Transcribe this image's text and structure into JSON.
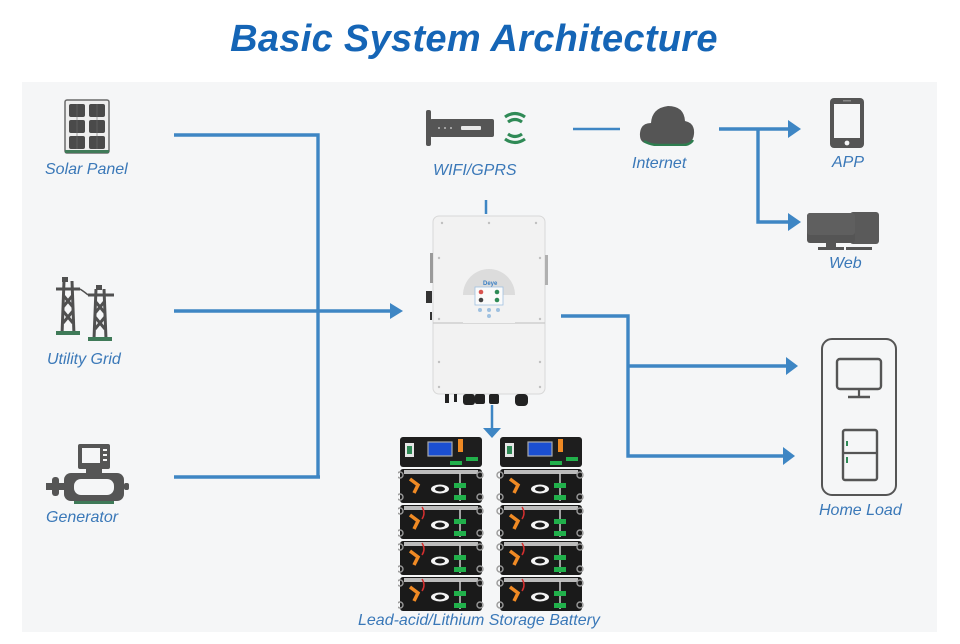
{
  "title": "Basic System Architecture",
  "colors": {
    "title": "#1565b6",
    "label": "#3a78b8",
    "wire": "#3e86c4",
    "icon": "#555555",
    "icon_accent": "#2e7d4f",
    "panel_bg": "#f5f6f7"
  },
  "nodes": {
    "solar_panel": {
      "label": "Solar Panel",
      "icon": "solar-panel-icon"
    },
    "utility_grid": {
      "label": "Utility Grid",
      "icon": "power-tower-icon"
    },
    "generator": {
      "label": "Generator",
      "icon": "generator-icon"
    },
    "wifi_gprs": {
      "label": "WIFI/GPRS",
      "icon": "wifi-dongle-icon"
    },
    "internet": {
      "label": "Internet",
      "icon": "cloud-icon"
    },
    "app": {
      "label": "APP",
      "icon": "smartphone-icon"
    },
    "web": {
      "label": "Web",
      "icon": "desktop-computer-icon"
    },
    "inverter": {
      "label": "",
      "icon": "hybrid-inverter",
      "brand": "Deye"
    },
    "battery": {
      "label": "Lead-acid/Lithium Storage Battery",
      "icon": "battery-rack",
      "racks": 2,
      "modules_per_rack": 4
    },
    "home_load": {
      "label": "Home Load",
      "icon": "home-appliances-icon",
      "appliances": [
        "monitor",
        "refrigerator"
      ]
    }
  },
  "connections": [
    {
      "from": "solar_panel",
      "to": "inverter"
    },
    {
      "from": "utility_grid",
      "to": "inverter"
    },
    {
      "from": "generator",
      "to": "inverter"
    },
    {
      "from": "wifi_gprs",
      "to": "inverter"
    },
    {
      "from": "wifi_gprs",
      "to": "internet"
    },
    {
      "from": "internet",
      "to": "app"
    },
    {
      "from": "internet",
      "to": "web"
    },
    {
      "from": "inverter",
      "to": "battery"
    },
    {
      "from": "inverter",
      "to": "home_load"
    }
  ]
}
